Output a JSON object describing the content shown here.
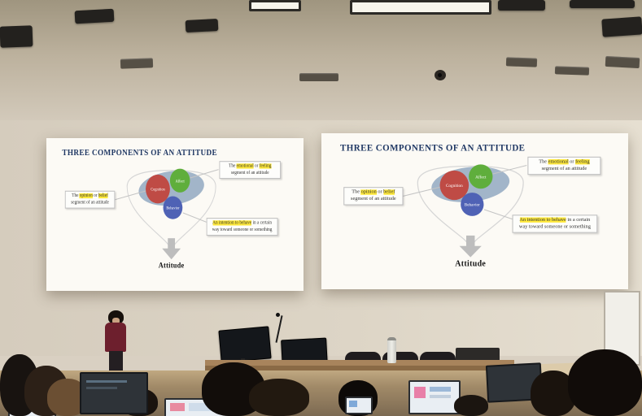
{
  "slide": {
    "title": "THREE COMPONENTS OF AN ATTITUDE",
    "circle_labels": {
      "cognition": "Cognition",
      "affect": "Affect",
      "behavior": "Behavior"
    },
    "callout_affect": {
      "pre": "The ",
      "h1": "emotional",
      "mid": " or ",
      "h2": "feeling",
      "post": " segment of an attitude"
    },
    "callout_cognition": {
      "pre": "The ",
      "h1": "opinion",
      "mid": " or ",
      "h2": "belief",
      "post": " segment of an attitude"
    },
    "callout_behavior": {
      "h1": "An intention to behave",
      "post": " in a certain way toward someone or something"
    },
    "attitude": "Attitude"
  },
  "colors": {
    "title-navy": "#203864",
    "highlight": "#ffe93b",
    "cognition-red": "#bf4b45",
    "affect-green": "#5fae3c",
    "behavior-blue": "#4f62b5",
    "arrow-gray": "#bdbdbd",
    "screen-white": "#f7f4ed",
    "wall-beige": "#ddd5c6",
    "ceiling-beige": "#bcb19d",
    "desk-wood": "#8a6a45"
  }
}
